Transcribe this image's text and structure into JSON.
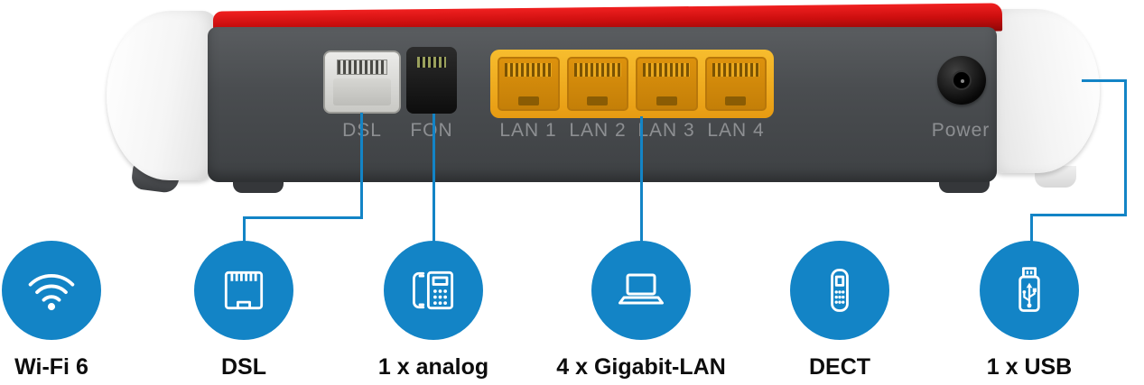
{
  "colors": {
    "accent_blue": "#1384c6",
    "router_red": "#cb0e0e",
    "panel_gray": "#4a4d50",
    "lan_yellow": "#f2ae1f"
  },
  "router": {
    "ports": {
      "dsl": "DSL",
      "fon": "FON",
      "lan": [
        "LAN 1",
        "LAN 2",
        "LAN 3",
        "LAN 4"
      ],
      "power": "Power"
    }
  },
  "features": [
    {
      "icon": "wifi-icon",
      "label": "Wi-Fi 6"
    },
    {
      "icon": "ethernet-port-icon",
      "label": "DSL"
    },
    {
      "icon": "analog-phone-icon",
      "label": "1 x analog"
    },
    {
      "icon": "laptop-icon",
      "label": "4 x Gigabit-LAN"
    },
    {
      "icon": "dect-handset-icon",
      "label": "DECT"
    },
    {
      "icon": "usb-stick-icon",
      "label": "1 x USB"
    }
  ]
}
